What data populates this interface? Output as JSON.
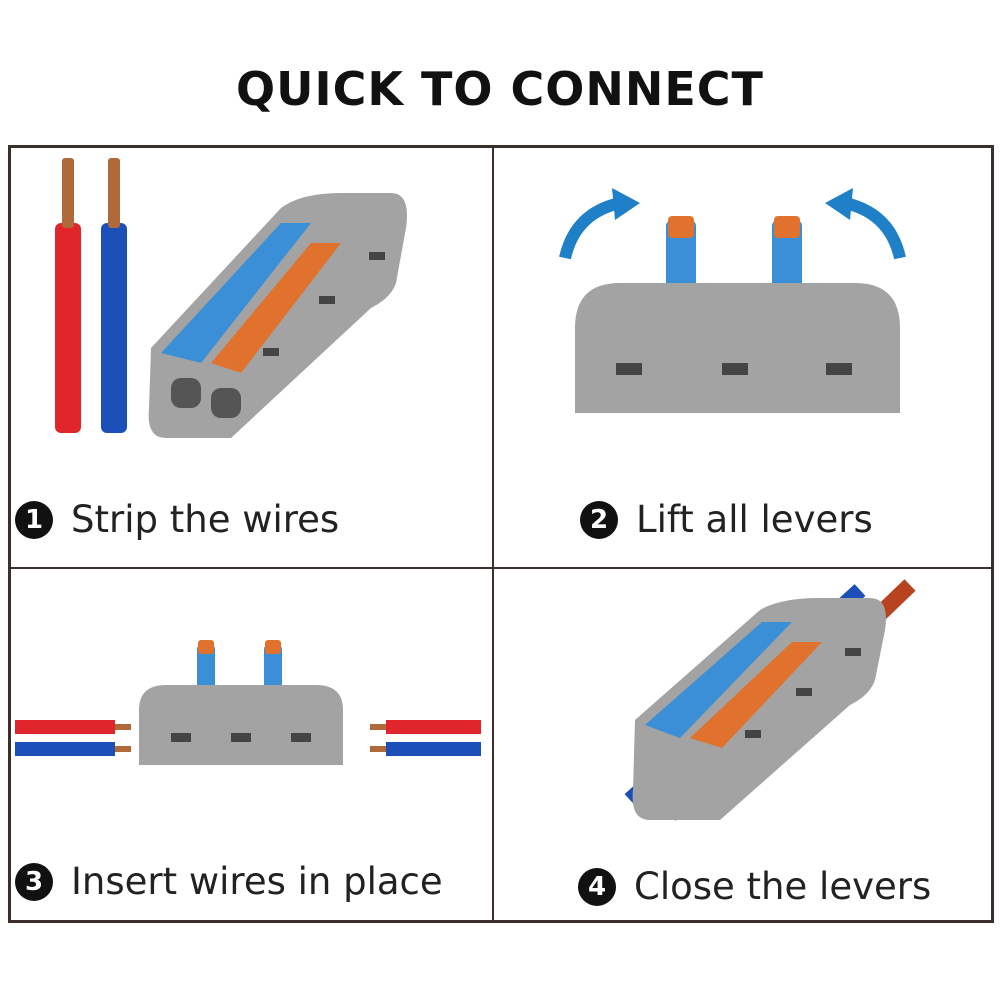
{
  "title": "QUICK TO CONNECT",
  "steps": [
    {
      "number": "1",
      "label": "Strip the wires"
    },
    {
      "number": "2",
      "label": "Lift all levers"
    },
    {
      "number": "3",
      "label": "Insert wires in place"
    },
    {
      "number": "4",
      "label": "Close the levers"
    }
  ],
  "colors": {
    "connector_gray": "#9c9c9c",
    "lever_blue": "#3b8fd6",
    "lever_orange": "#e0722e",
    "wire_red": "#e0262a",
    "wire_blue": "#1d4fb8",
    "arrow_blue": "#1f7fc7",
    "border": "#3a2f2b"
  }
}
